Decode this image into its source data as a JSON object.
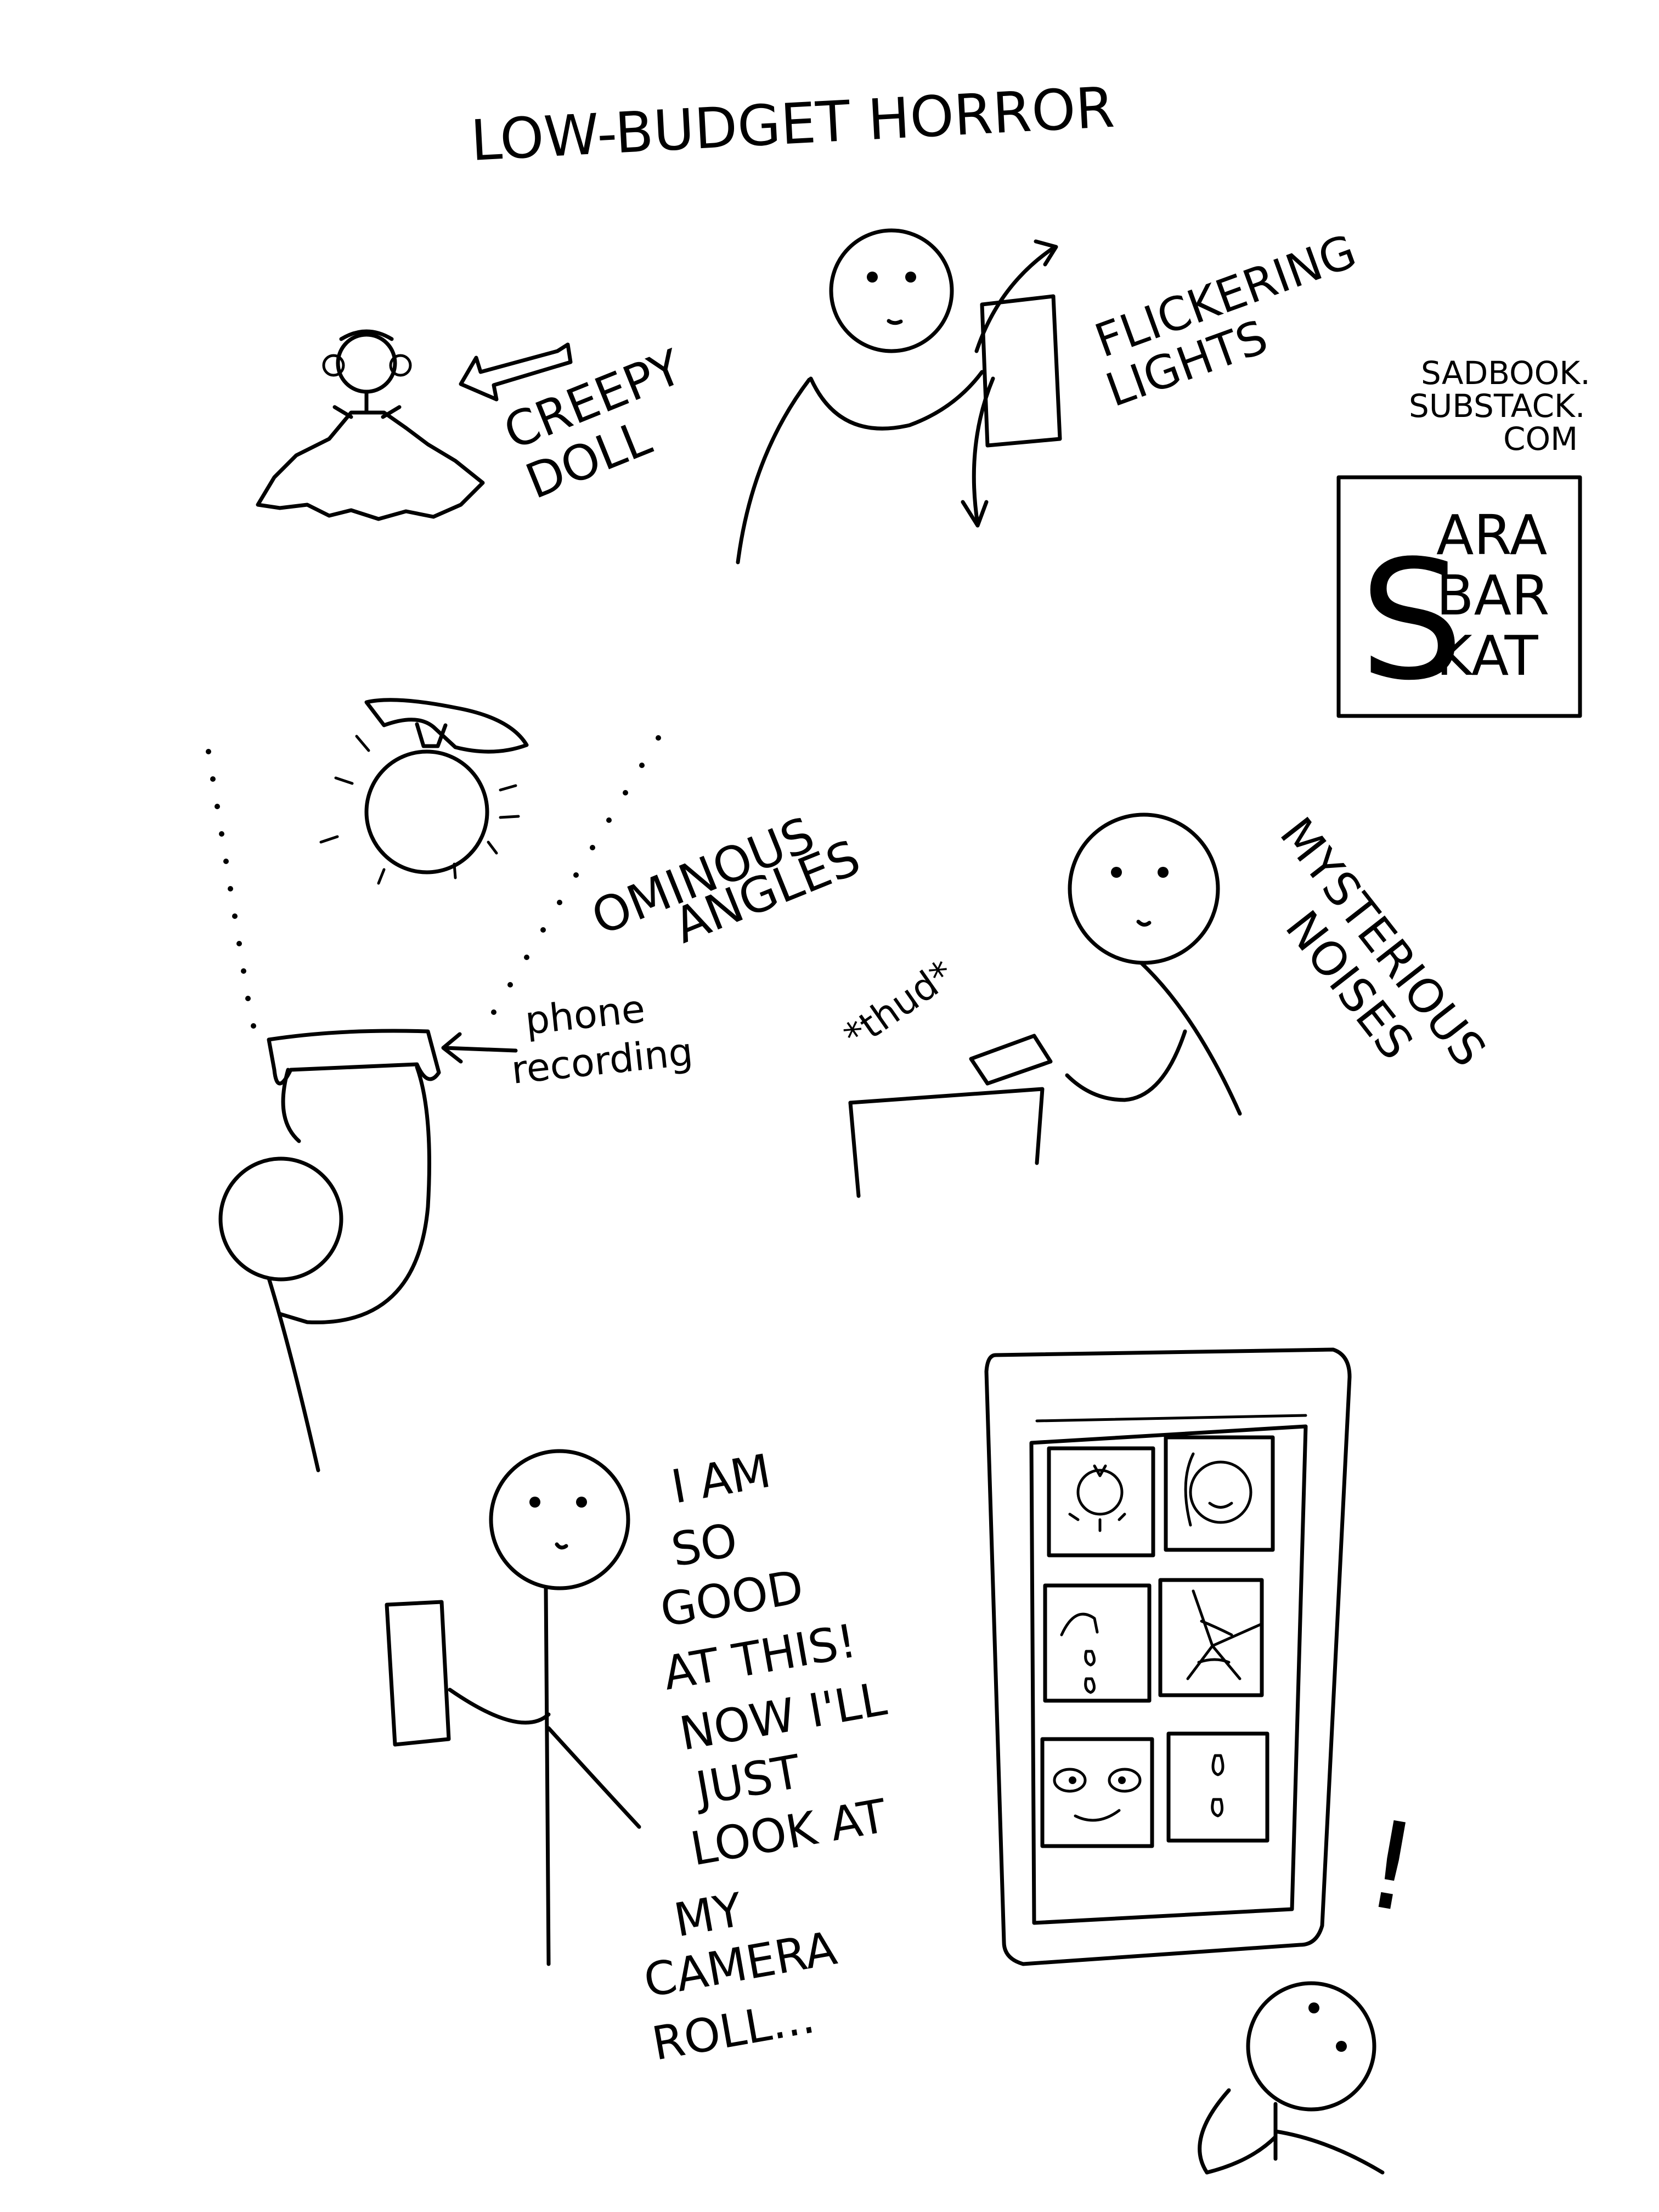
{
  "title": "LOW-BUDGET HORROR",
  "labels": {
    "creepy_doll_1": "CREEPY",
    "creepy_doll_2": "DOLL",
    "flickering_1": "FLICKERING",
    "flickering_2": "LIGHTS",
    "ominous_1": "OMINOUS",
    "ominous_2": "ANGLES",
    "phone_1": "phone",
    "phone_2": "recording",
    "thud": "*thud*",
    "mysterious_1": "MYSTERIOUS",
    "mysterious_2": "NOISES",
    "speech": [
      "I AM",
      "SO",
      "GOOD",
      "AT THIS!",
      "NOW I'LL",
      "JUST",
      "LOOK AT",
      "MY",
      "CAMERA",
      "ROLL..."
    ],
    "exclaim": "!"
  },
  "credit": {
    "url_1": "SADBOOK.",
    "url_2": "SUBSTACK.",
    "url_3": "COM",
    "logo_initial": "S",
    "logo_lines": [
      "ARA",
      "BAR",
      "KAT"
    ]
  }
}
